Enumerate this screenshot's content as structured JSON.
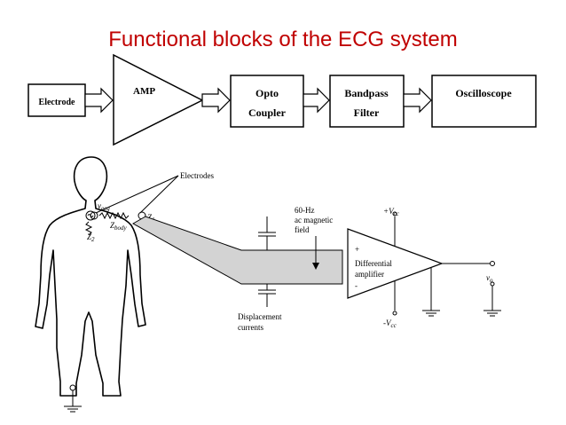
{
  "title": "Functional blocks of the ECG system",
  "blocks": {
    "electrode": "Electrode",
    "amp": "AMP",
    "opto_line1": "Opto",
    "opto_line2": "Coupler",
    "bandpass_line1": "Bandpass",
    "bandpass_line2": "Filter",
    "oscilloscope": "Oscilloscope"
  },
  "figure": {
    "electrodes_label": "Electrodes",
    "v_ecg": "v",
    "v_ecg_sub": "ecg",
    "z_body": "Z",
    "z_body_sub": "body",
    "z1": "Z",
    "z1_sub": "1",
    "z2": "Z",
    "z2_sub": "2",
    "field_line1": "60-Hz",
    "field_line2": "ac magnetic",
    "field_line3": "field",
    "plus_vcc": "+V",
    "plus_vcc_sub": "cc",
    "minus_vcc": "-V",
    "minus_vcc_sub": "cc",
    "plus_sign": "+",
    "minus_sign": "-",
    "amp_line1": "Differential",
    "amp_line2": "amplifier",
    "vo": "v",
    "vo_sub": "o",
    "displacement_line1": "Displacement",
    "displacement_line2": "currents"
  }
}
